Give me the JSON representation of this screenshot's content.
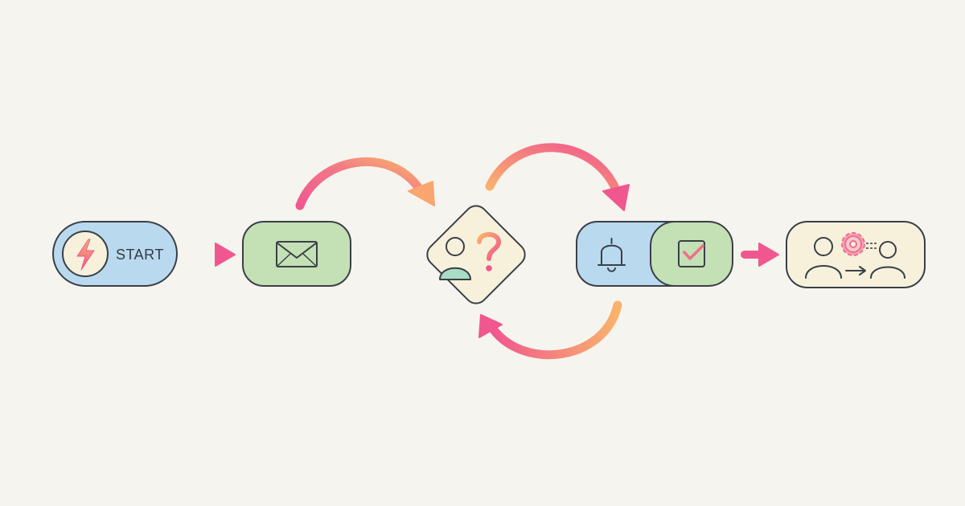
{
  "workflow": {
    "nodes": [
      {
        "id": "start",
        "label": "START",
        "icon": "lightning-bolt-icon"
      },
      {
        "id": "email",
        "label": "",
        "icon": "envelope-icon"
      },
      {
        "id": "decision",
        "label": "",
        "icon": "user-question-icon"
      },
      {
        "id": "notify",
        "label": "",
        "icon": "bell-icon"
      },
      {
        "id": "approve",
        "label": "",
        "icon": "checkbox-checked-icon"
      },
      {
        "id": "handoff",
        "label": "",
        "icon": "user-handoff-gear-icon"
      }
    ],
    "edges": [
      {
        "from": "start",
        "to": "email"
      },
      {
        "from": "email",
        "to": "decision"
      },
      {
        "from": "decision",
        "to": "notify"
      },
      {
        "from": "notify",
        "to": "decision"
      },
      {
        "from": "approve",
        "to": "handoff"
      }
    ]
  },
  "colors": {
    "background": "#f6f4ef",
    "start_fill": "#b9d9ee",
    "email_fill": "#c4e0b5",
    "decision_fill": "#f7f1dc",
    "notify_fill": "#b9d9ee",
    "approve_fill": "#c4e0b5",
    "handoff_fill": "#f7f1dc",
    "outline": "#3a3f47",
    "arrow_pink": "#f0578f",
    "arrow_orange": "#f9b36b",
    "accent_pink": "#ee6f8b",
    "accent_mint": "#a9dcc4"
  }
}
